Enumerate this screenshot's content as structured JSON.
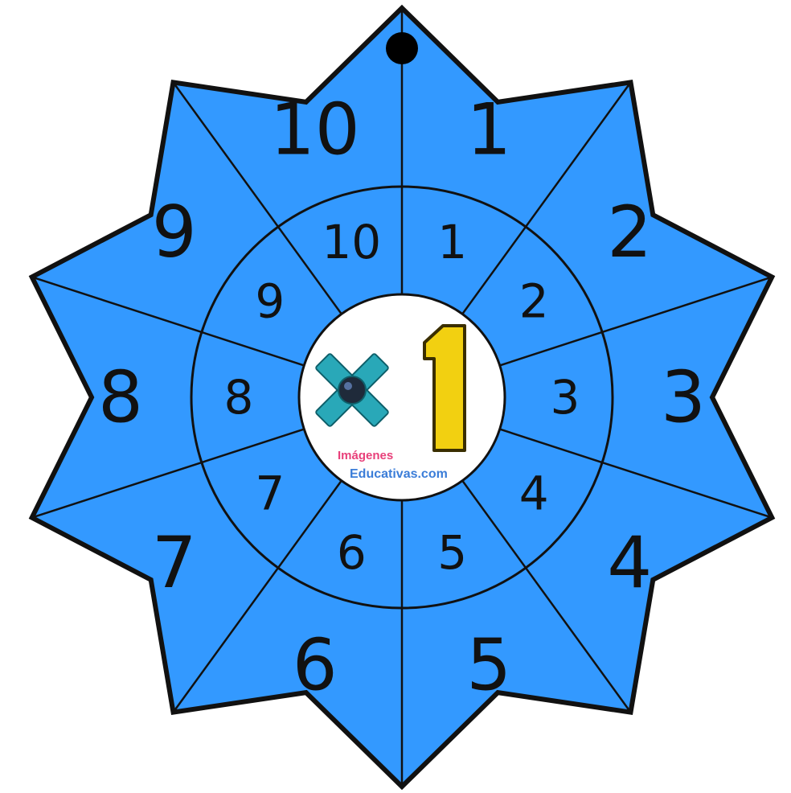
{
  "colors": {
    "star_fill": "#3399ff",
    "outline": "#111111",
    "center_fill": "#ffffff",
    "cross_fill": "#29a8b8",
    "digit_fill": "#f2d011"
  },
  "outer_numbers": [
    "1",
    "2",
    "3",
    "4",
    "5",
    "6",
    "7",
    "8",
    "9",
    "10"
  ],
  "inner_numbers": [
    "1",
    "2",
    "3",
    "4",
    "5",
    "6",
    "7",
    "8",
    "9",
    "10"
  ],
  "center": {
    "operator_icon": "multiply-icon",
    "factor": "1",
    "brand_line1": "Imágenes",
    "brand_line2": "Educativas.com"
  }
}
